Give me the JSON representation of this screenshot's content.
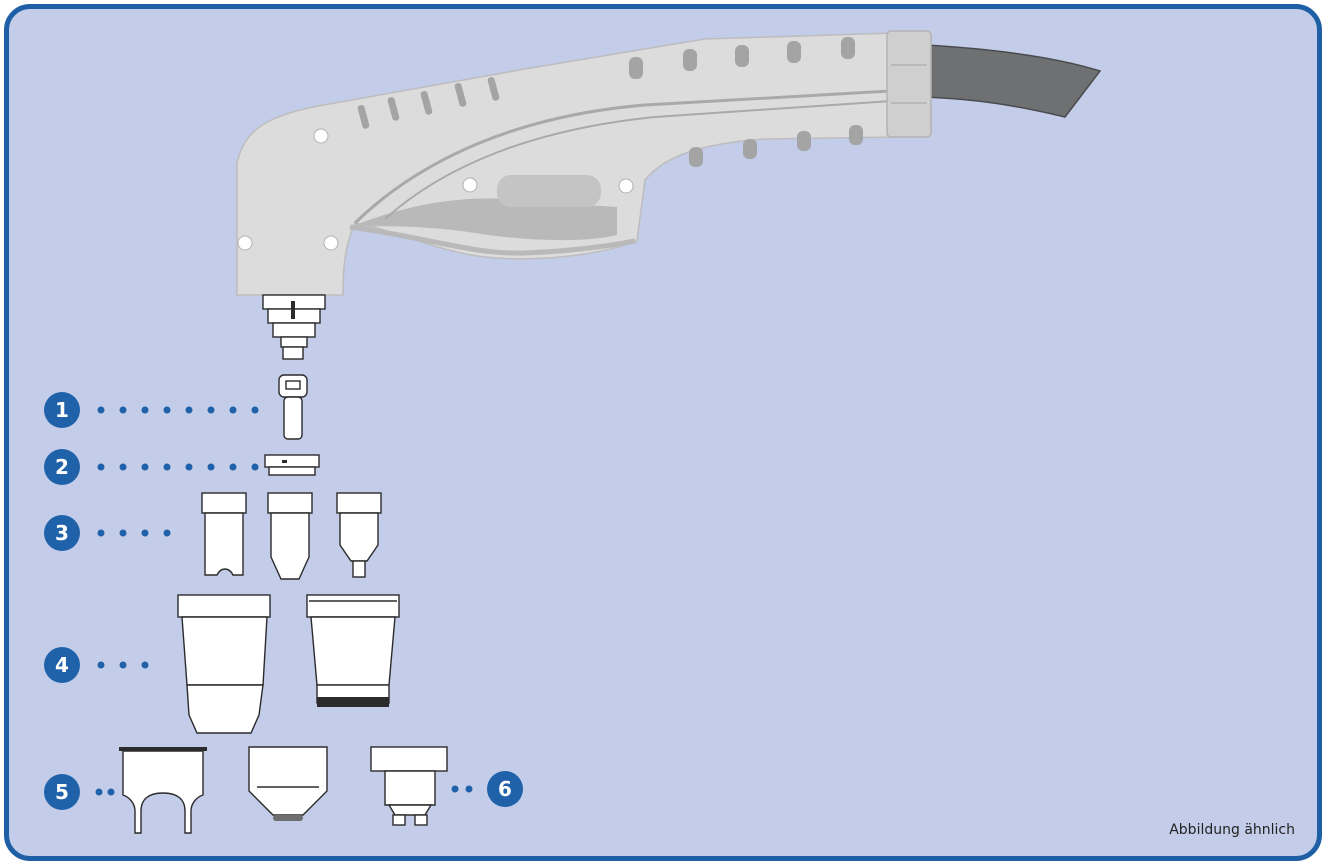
{
  "callouts": [
    {
      "id": 1,
      "label": "1"
    },
    {
      "id": 2,
      "label": "2"
    },
    {
      "id": 3,
      "label": "3"
    },
    {
      "id": 4,
      "label": "4"
    },
    {
      "id": 5,
      "label": "5"
    },
    {
      "id": 6,
      "label": "6"
    }
  ],
  "caption": "Abbildung ähnlich",
  "colors": {
    "frame_border": "#1f5fa5",
    "background": "#c3cde9",
    "badge": "#1f62aa",
    "torch_body": "#dcdcdc",
    "cable": "#6e7072"
  }
}
